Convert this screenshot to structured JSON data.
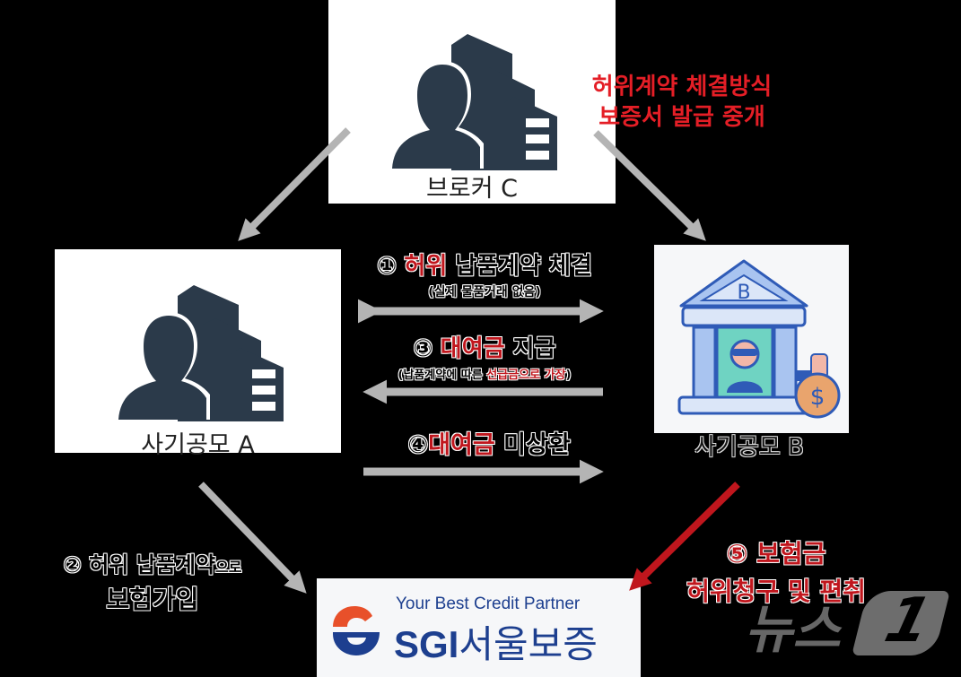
{
  "nodes": {
    "broker": {
      "label": "브로커 C",
      "icon": "person-building-icon"
    },
    "party_a": {
      "label": "사기공모 A",
      "icon": "person-building-icon"
    },
    "party_b": {
      "label": "사기공모 B",
      "icon": "bank-thief-money-bag-icon",
      "bank_letter": "B"
    },
    "sgi": {
      "tagline": "Your Best Credit Partner",
      "brand_latin": "SGI",
      "brand_korean": "서울보증",
      "icon": "sgi-logo-icon"
    }
  },
  "annotations": {
    "broker_note": {
      "line1": "허위계약 체결방식",
      "line2": "보증서 발급 중개"
    },
    "step1": {
      "num": "①",
      "highlight": "허위",
      "rest": " 납품계약 체결",
      "sub": "(실제 물품거래 없음)"
    },
    "step3": {
      "num": "③",
      "highlight": "대여금",
      "rest": " 지급",
      "sub_pre": "(납품계약에 따른 ",
      "sub_highlight": "선급금으로 가장",
      "sub_post": ")"
    },
    "step4": {
      "num": "④",
      "highlight": "대여금",
      "rest": " 미상환"
    },
    "step2": {
      "line1_a": "② 허위 납품계약",
      "line1_b": "으로",
      "line2": "보험가입"
    },
    "step5": {
      "line1": "⑤ 보험금",
      "line2": "허위청구 및 편취"
    }
  },
  "watermark": {
    "text": "뉴스",
    "mark": "1"
  },
  "colors": {
    "red": "#e41e26",
    "dark_red": "#c0161d",
    "arrow_gray": "#b4b4b4",
    "icon_navy": "#2b3a4a",
    "sgi_navy": "#1d3f8f",
    "sgi_orange": "#e8502a"
  }
}
